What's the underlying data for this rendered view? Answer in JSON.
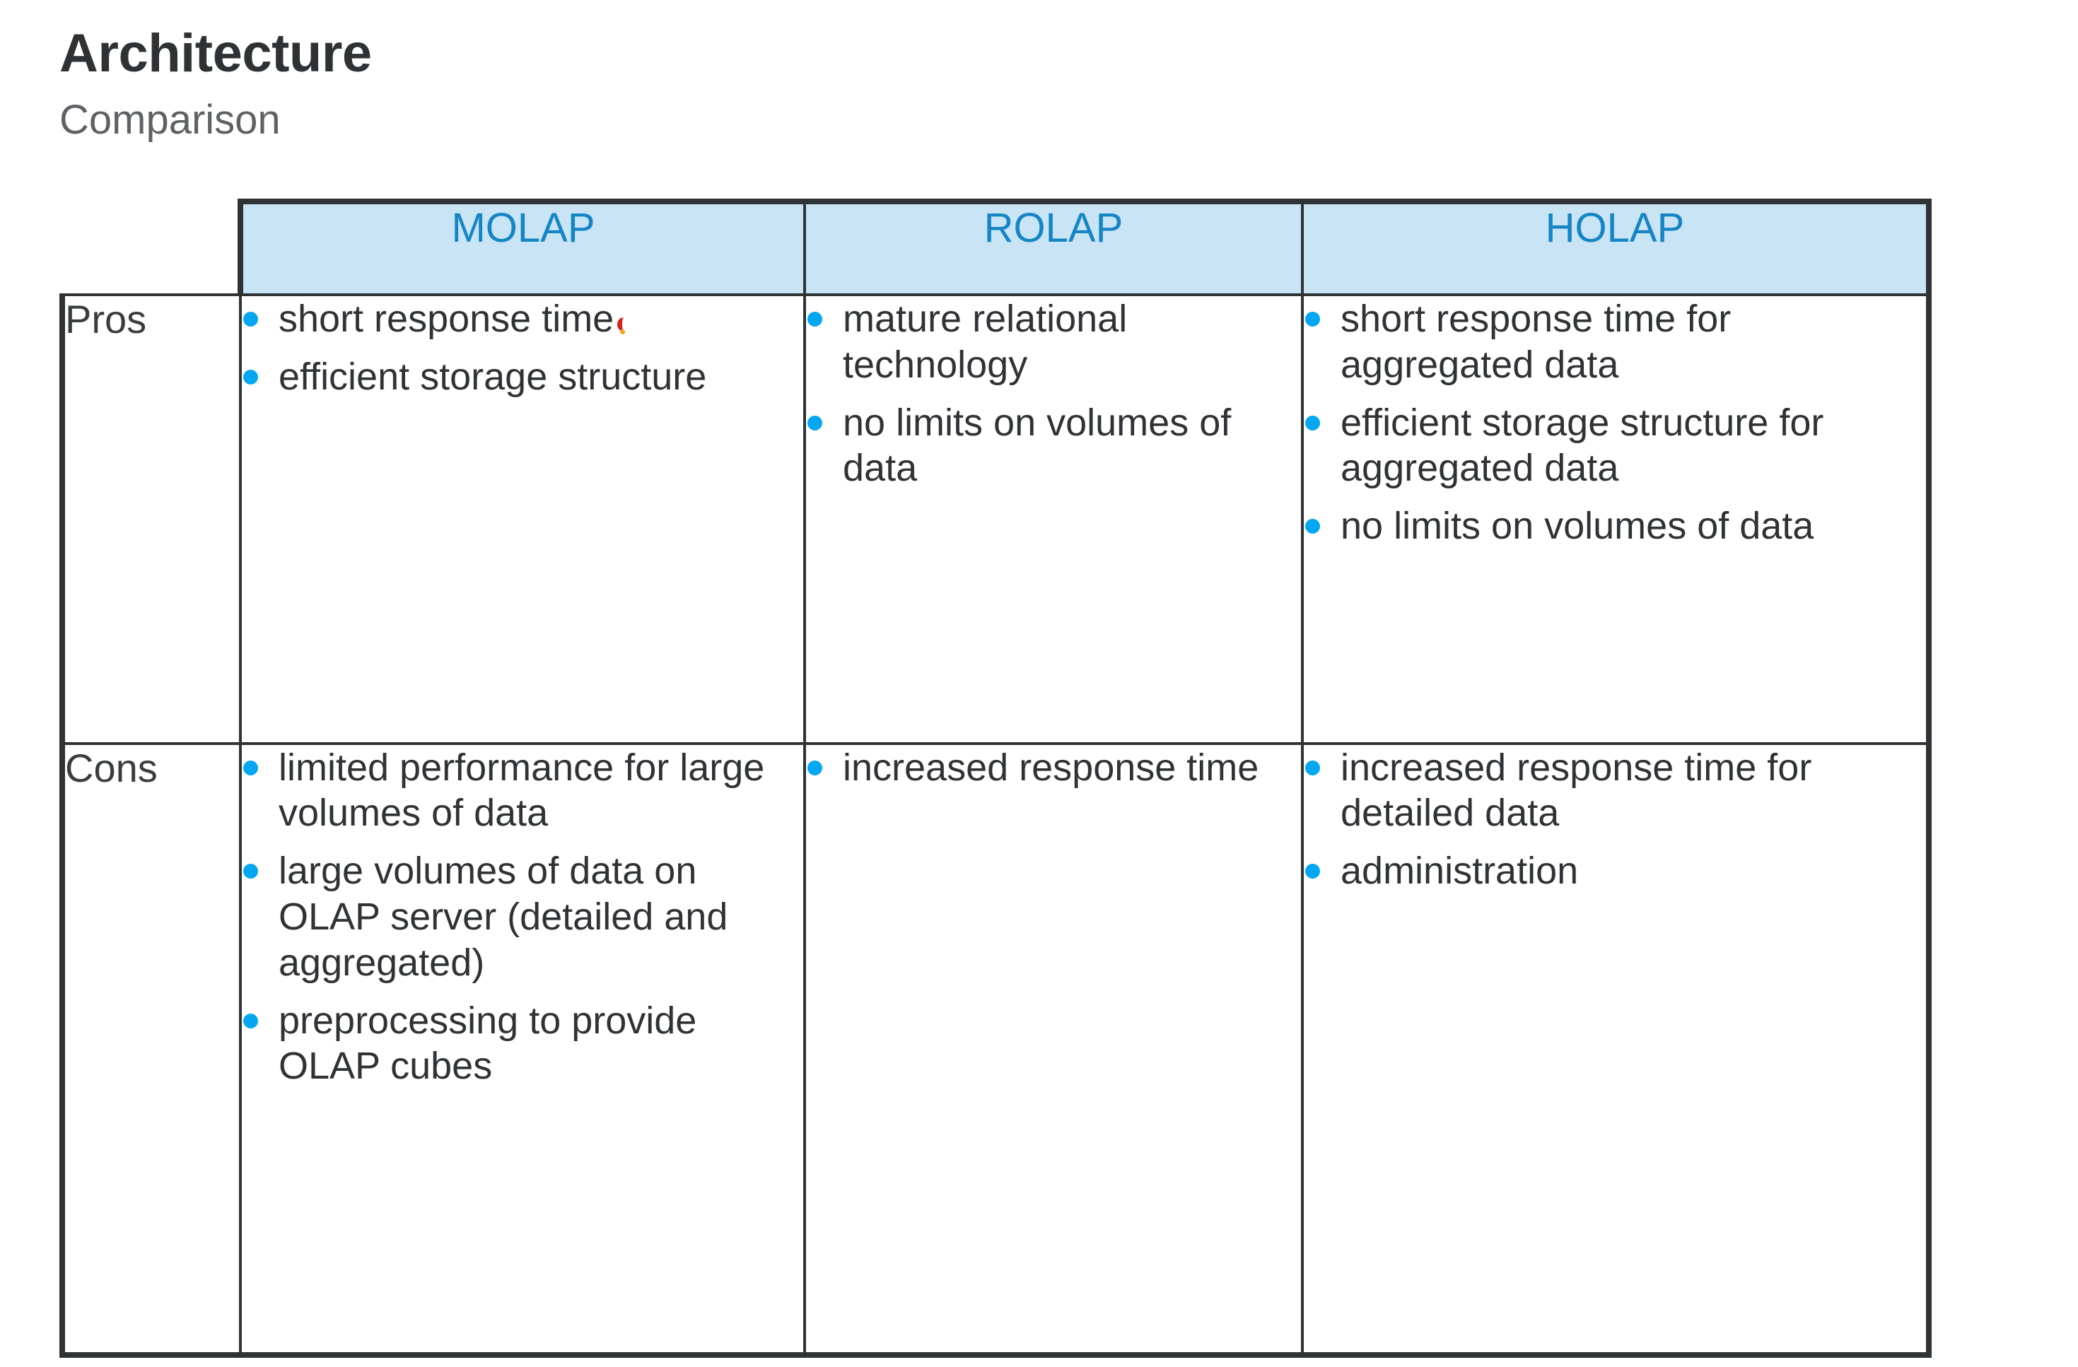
{
  "page": {
    "title": "Architecture",
    "subtitle": "Comparison",
    "background_color": "#ffffff",
    "title_color": "#2f3234",
    "subtitle_color": "#5f6265"
  },
  "colors": {
    "header_background": "#c8e4f5",
    "header_text": "#1685c4",
    "bullet": "#05a8f0",
    "border": "#303336",
    "body_text": "#303336",
    "stray_mark": "#d8221c"
  },
  "table": {
    "corner_label": "",
    "columns": [
      {
        "id": "molap",
        "label": "MOLAP"
      },
      {
        "id": "rolap",
        "label": "ROLAP"
      },
      {
        "id": "holap",
        "label": "HOLAP"
      }
    ],
    "rows": [
      {
        "id": "pros",
        "label": "Pros",
        "cells": {
          "molap": [
            "short response time",
            "efficient storage structure"
          ],
          "rolap": [
            "mature relational technology",
            "no limits on volumes of data"
          ],
          "holap": [
            "short response time for aggregated data",
            "efficient storage structure for aggregated data",
            "no limits on volumes of data"
          ]
        }
      },
      {
        "id": "cons",
        "label": "Cons",
        "cells": {
          "molap": [
            "limited performance for large volumes of data",
            "large volumes of data on OLAP server (detailed and aggregated)",
            "preprocessing to provide OLAP cubes"
          ],
          "rolap": [
            "increased response time"
          ],
          "holap": [
            "increased response time for detailed data",
            "administration"
          ]
        }
      }
    ]
  }
}
